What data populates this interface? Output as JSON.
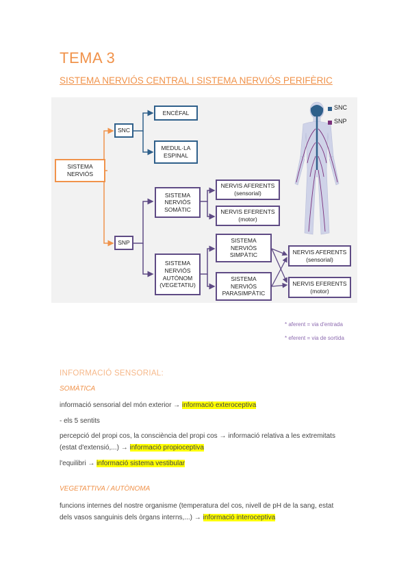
{
  "header": {
    "tema": "TEMA 3",
    "subtitle": "SISTEMA NERVIÓS CENTRAL I SISTEMA NERVIÓS PERIFÈRIC"
  },
  "diagram": {
    "colors": {
      "snc": "#2e5f8a",
      "snp": "#7a2f7a",
      "orange": "#f0924a",
      "purple": "#5e4a84"
    },
    "nodes": {
      "sistema_nervios": "SISTEMA\nNERVIÓS",
      "snc": "SNC",
      "encefal": "ENCÈFAL",
      "medul_la": "MEDUL·LA\nESPINAL",
      "snp": "SNP",
      "somatic": "SISTEMA\nNERVIÓS\nSOMÀTIC",
      "autonom": "SISTEMA\nNERVIÓS\nAUTÒNOM\n(VEGETATIU)",
      "aferents_1": "NERVIS AFERENTS\n(sensorial)",
      "eferents_1": "NERVIS EFERENTS\n(motor)",
      "simpatic": "SISTEMA\nNERVIÓS\nSIMPÀTIC",
      "parasimpatic": "SISTEMA\nNERVIÓS\nPARASIMPÀTIC",
      "aferents_2": "NERVIS AFERENTS\n(sensorial)",
      "eferents_2": "NERVIS EFERENTS\n(motor)"
    },
    "legend": {
      "snc": "SNC",
      "snp": "SNP"
    },
    "notes": {
      "aferent": "* aferent = via d'entrada",
      "eferent": "* eferent = via de sortida"
    }
  },
  "body": {
    "section_title": "INFORMACIÓ SENSORIAL:",
    "somatica": {
      "title": "SOMÀTICA",
      "p1_text": "informació sensorial del món exterior → ",
      "p1_hl": "informació exteroceptiva",
      "p2": "- els 5 sentits",
      "p3_line1": "percepció del propi cos, la consciència del propi cos → informació relativa a les extremitats",
      "p3_line2": "(estat d'extensió,...)  → ",
      "p3_hl": "informació propioceptiva",
      "p4_text": "l'equilibri → ",
      "p4_hl": "informació sistema vestibular"
    },
    "vegetativa": {
      "title": "VEGETATTIVA / AUTÒNOMA",
      "line1": "funcions internes del nostre organisme (temperatura del cos, nivell de pH de la sang, estat",
      "line2": "dels vasos sanguinis dels òrgans interns,...)  → ",
      "hl": "informació interoceptiva"
    }
  }
}
